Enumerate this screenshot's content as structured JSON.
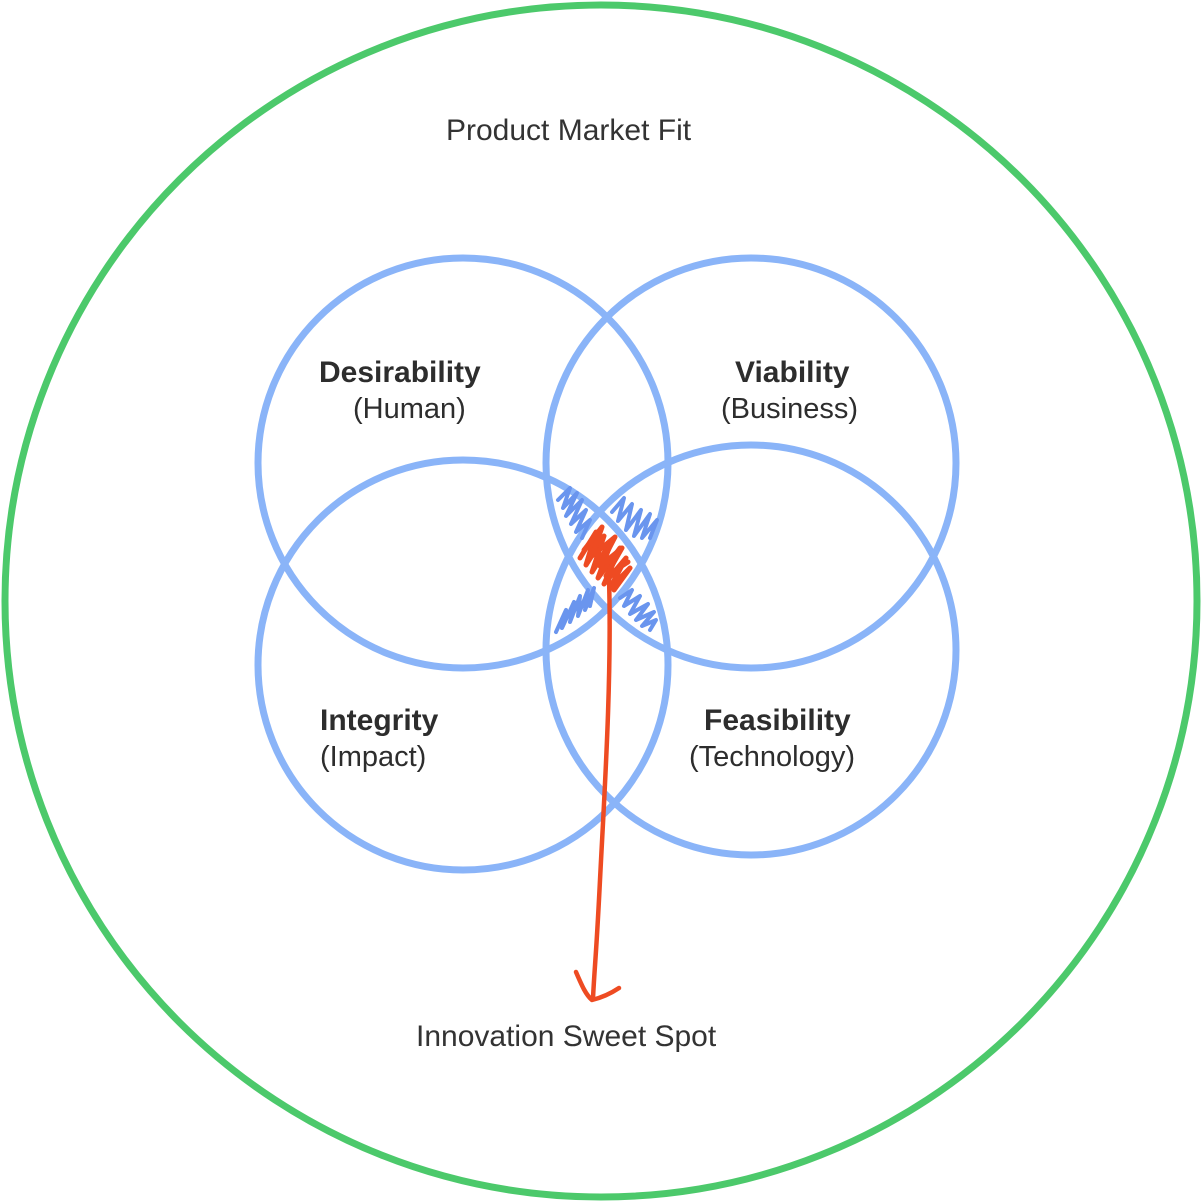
{
  "outer_label": "Product Market Fit",
  "sweet_spot_label": "Innovation Sweet Spot",
  "circles": [
    {
      "id": "desirability",
      "name": "Desirability",
      "sub": "(Human)"
    },
    {
      "id": "viability",
      "name": "Viability",
      "sub": "(Business)"
    },
    {
      "id": "integrity",
      "name": "Integrity",
      "sub": "(Impact)"
    },
    {
      "id": "feasibility",
      "name": "Feasibility",
      "sub": "(Technology)"
    }
  ],
  "colors": {
    "outer_circle": "#4cc96b",
    "venn_circles": "#8ab4f8",
    "overlap_hatch": "#6a95ee",
    "sweet_spot": "#ee4b22",
    "text": "#2d2d2d"
  }
}
